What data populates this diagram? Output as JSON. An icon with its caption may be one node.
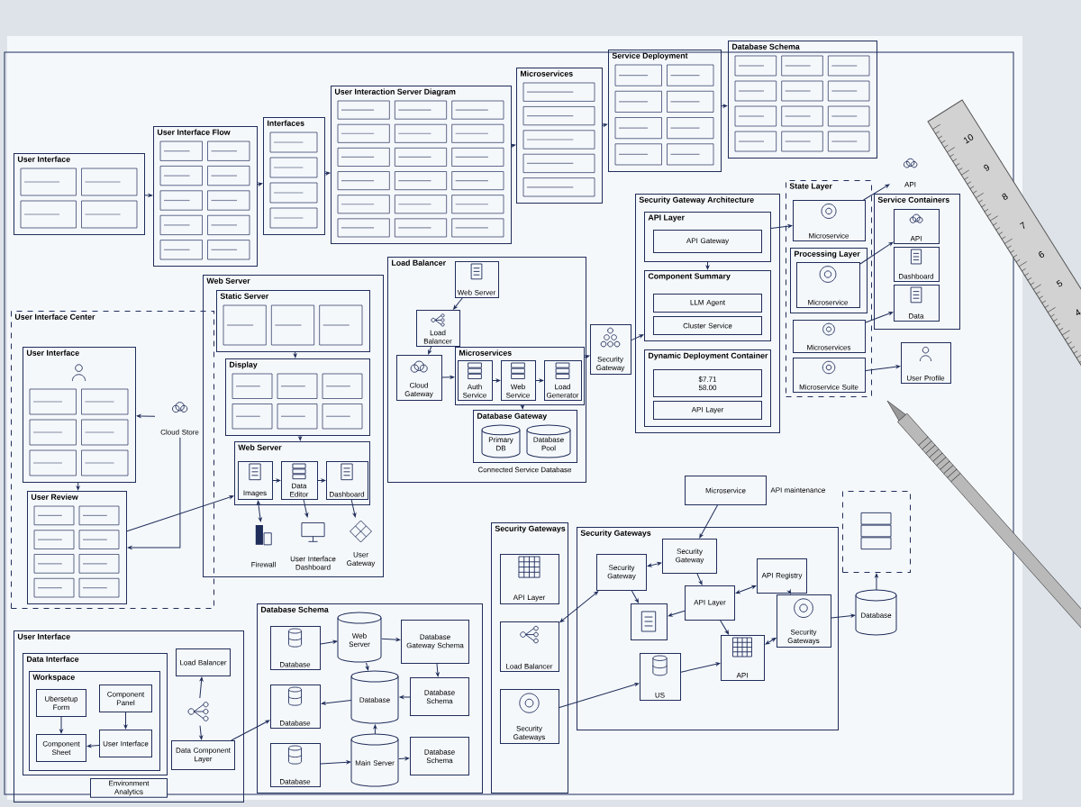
{
  "diagram": {
    "nodes": [
      {
        "text": [
          "User Interface"
        ]
      },
      {
        "text": [
          "User Interface Flow"
        ]
      },
      {
        "text": [
          "Interfaces"
        ]
      },
      {
        "text": [
          "User Interaction Server Diagram"
        ]
      },
      {
        "text": [
          "Microservices"
        ]
      },
      {
        "text": [
          "Service Deployment"
        ]
      },
      {
        "text": [
          "Database Schema"
        ]
      },
      {
        "text": [
          "User Interface Center"
        ]
      },
      {
        "text": [
          "User Interface"
        ],
        "in": 7
      },
      {
        "text": [
          "Cloud Store"
        ],
        "in": 7
      },
      {
        "text": [
          "User Review"
        ],
        "in": 7
      },
      {
        "text": [
          "Web Server"
        ]
      },
      {
        "text": [
          "Static Server"
        ],
        "in": 11
      },
      {
        "text": [
          "Display"
        ],
        "in": 11
      },
      {
        "text": [
          "Web Server"
        ],
        "in": 11
      },
      {
        "text": [
          "Images"
        ],
        "in": 14
      },
      {
        "text": [
          "Data Editor"
        ],
        "in": 14
      },
      {
        "text": [
          "Dashboard"
        ],
        "in": 14
      },
      {
        "text": [
          "Firewall"
        ],
        "in": 11
      },
      {
        "text": [
          "User Interface Dashboard"
        ],
        "in": 11
      },
      {
        "text": [
          "User Gateway"
        ],
        "in": 11
      },
      {
        "text": [
          "Load Balancer"
        ]
      },
      {
        "text": [
          "Web Server"
        ],
        "in": 21
      },
      {
        "text": [
          "Load Balancer"
        ],
        "in": 21
      },
      {
        "text": [
          "Cloud Gateway"
        ],
        "in": 21
      },
      {
        "text": [
          "Microservices"
        ],
        "in": 21
      },
      {
        "text": [
          "Auth Service"
        ],
        "in": 25
      },
      {
        "text": [
          "Web Service"
        ],
        "in": 25
      },
      {
        "text": [
          "Load Generator"
        ],
        "in": 25
      },
      {
        "text": [
          "Database Gateway"
        ],
        "in": 21,
        "beside": [
          "Connected Service Database"
        ]
      },
      {
        "text": [
          "Primary DB"
        ],
        "in": 29
      },
      {
        "text": [
          "Database Pool"
        ],
        "in": 29
      },
      {
        "text": [
          "Security Gateway"
        ]
      },
      {
        "text": [
          "Security Gateway Architecture"
        ]
      },
      {
        "text": [
          "API Layer"
        ],
        "in": 33
      },
      {
        "text": [
          "API Gateway"
        ],
        "in": 34
      },
      {
        "text": [
          "Component Summary"
        ],
        "in": 33
      },
      {
        "text": [
          "LLM Agent"
        ],
        "in": 36
      },
      {
        "text": [
          "Cluster Service"
        ],
        "in": 36
      },
      {
        "text": [
          "Dynamic Deployment Container"
        ],
        "in": 33
      },
      {
        "text": [
          "$7.71",
          "58.00"
        ],
        "in": 39
      },
      {
        "text": [
          "API Layer"
        ],
        "in": 39
      },
      {
        "text": [
          "State Layer"
        ]
      },
      {
        "text": [
          "Microservice"
        ],
        "in": 42
      },
      {
        "text": [
          "Processing Layer"
        ],
        "in": 42
      },
      {
        "text": [
          "Microservice"
        ],
        "in": 44
      },
      {
        "text": [
          "Microservices"
        ],
        "in": 42
      },
      {
        "text": [
          "Microservice Suite"
        ],
        "in": 42
      },
      {
        "text": [
          "Service Containers"
        ]
      },
      {
        "text": [
          "API"
        ],
        "in": 48
      },
      {
        "text": [
          "Dashboard"
        ],
        "in": 48
      },
      {
        "text": [
          "Data"
        ],
        "in": 48
      },
      {
        "text": [
          "API"
        ]
      },
      {
        "text": [
          "User Profile"
        ]
      },
      {
        "text": [
          "User Interface"
        ]
      },
      {
        "text": [
          "Data Interface"
        ],
        "in": 54
      },
      {
        "text": [
          "Workspace"
        ],
        "in": 55
      },
      {
        "text": [
          "Ubersetup Form"
        ],
        "in": 56
      },
      {
        "text": [
          "Component Panel"
        ],
        "in": 56
      },
      {
        "text": [
          "Component Sheet"
        ],
        "in": 56
      },
      {
        "text": [
          "User Interface"
        ],
        "in": 56
      },
      {
        "text": [
          "Load Balancer"
        ],
        "in": 54
      },
      {
        "text": [],
        "shape": "picture",
        "in": 54
      },
      {
        "text": [
          "Data Component Layer"
        ],
        "in": 54
      },
      {
        "text": [
          "Environment Analytics"
        ],
        "in": 54
      },
      {
        "text": [
          "Database Schema"
        ]
      },
      {
        "text": [
          "Database"
        ],
        "in": 65
      },
      {
        "text": [
          "Web Server"
        ],
        "in": 65
      },
      {
        "text": [
          "Database Gateway Schema"
        ],
        "in": 65
      },
      {
        "text": [
          "Database"
        ],
        "in": 65
      },
      {
        "text": [
          "Database"
        ],
        "in": 65
      },
      {
        "text": [
          "Database Schema"
        ],
        "in": 65
      },
      {
        "text": [
          "Database"
        ],
        "in": 65
      },
      {
        "text": [
          "Main Server"
        ],
        "in": 65
      },
      {
        "text": [
          "Database Schema"
        ],
        "in": 65
      },
      {
        "text": [
          "Security Gateways"
        ]
      },
      {
        "text": [
          "API Layer"
        ],
        "in": 75
      },
      {
        "text": [
          "Load Balancer"
        ],
        "in": 75
      },
      {
        "text": [
          "Security Gateways"
        ],
        "in": 75
      },
      {
        "text": [
          "Security Gateways"
        ]
      },
      {
        "text": [
          "Security Gateway"
        ],
        "in": 79
      },
      {
        "text": [
          "Security Gateway"
        ],
        "in": 79
      },
      {
        "text": [
          "Microservice"
        ],
        "beside": [
          "API maintenance"
        ]
      },
      {
        "text": [
          "API Layer"
        ],
        "in": 79
      },
      {
        "text": [
          "API Registry"
        ],
        "in": 79
      },
      {
        "text": [],
        "shape": "box",
        "in": 79
      },
      {
        "text": [
          "US"
        ],
        "in": 79
      },
      {
        "text": [
          "API"
        ],
        "in": 79
      },
      {
        "text": [
          "Security Gateways"
        ],
        "in": 79
      },
      {
        "text": [],
        "shape": "box"
      },
      {
        "text": [
          "Database"
        ]
      }
    ],
    "edges": [
      {
        "from": 0,
        "to": 1,
        "arrow": "to"
      },
      {
        "from": 1,
        "to": 2,
        "arrow": "to"
      },
      {
        "from": 2,
        "to": 3,
        "arrow": "to"
      },
      {
        "from": 3,
        "to": 4,
        "arrow": "to"
      },
      {
        "from": 4,
        "to": 5,
        "arrow": "to"
      },
      {
        "from": 5,
        "to": 6,
        "arrow": "to"
      },
      {
        "from": 8,
        "to": 10,
        "arrow": "to"
      },
      {
        "from": 9,
        "to": 8,
        "arrow": "to"
      },
      {
        "from": 9,
        "to": 10,
        "arrow": "to"
      },
      {
        "from": 12,
        "to": 13,
        "arrow": "to"
      },
      {
        "from": 13,
        "to": 14,
        "arrow": "to"
      },
      {
        "from": 16,
        "to": 19,
        "arrow": "to"
      },
      {
        "from": 15,
        "to": 16,
        "arrow": "to"
      },
      {
        "from": 16,
        "to": 17,
        "arrow": "to"
      },
      {
        "from": 18,
        "to": 15,
        "arrow": "both"
      },
      {
        "from": 17,
        "to": 20,
        "arrow": "to"
      },
      {
        "from": 10,
        "to": 14,
        "arrow": "to"
      },
      {
        "from": 22,
        "to": 23,
        "arrow": "to"
      },
      {
        "from": 23,
        "to": 24,
        "arrow": "to"
      },
      {
        "from": 24,
        "to": 25,
        "arrow": "to"
      },
      {
        "from": 26,
        "to": 27,
        "arrow": "to"
      },
      {
        "from": 27,
        "to": 28,
        "arrow": "to"
      },
      {
        "from": 25,
        "to": 29,
        "arrow": "to"
      },
      {
        "from": 25,
        "to": 32,
        "arrow": "to"
      },
      {
        "from": 32,
        "to": 36,
        "arrow": "to"
      },
      {
        "from": 34,
        "to": 36,
        "arrow": "to"
      },
      {
        "from": 34,
        "to": 43,
        "arrow": "to"
      },
      {
        "from": 43,
        "to": 52,
        "arrow": "to"
      },
      {
        "from": 45,
        "to": 49,
        "arrow": "to"
      },
      {
        "from": 46,
        "to": 51,
        "arrow": "to"
      },
      {
        "from": 47,
        "to": 53,
        "arrow": "to"
      },
      {
        "from": 62,
        "to": 61,
        "arrow": "to"
      },
      {
        "from": 62,
        "to": 63,
        "arrow": "to"
      },
      {
        "from": 58,
        "to": 60,
        "arrow": "to"
      },
      {
        "from": 57,
        "to": 59,
        "arrow": "to"
      },
      {
        "from": 60,
        "to": 59,
        "arrow": "to"
      },
      {
        "from": 63,
        "to": 69,
        "arrow": "to"
      },
      {
        "from": 66,
        "to": 67,
        "arrow": "to"
      },
      {
        "from": 67,
        "to": 68,
        "arrow": "to"
      },
      {
        "from": 67,
        "to": 70,
        "arrow": "to"
      },
      {
        "from": 68,
        "to": 71,
        "arrow": "to"
      },
      {
        "from": 71,
        "to": 70,
        "arrow": "to"
      },
      {
        "from": 70,
        "to": 69,
        "arrow": "to"
      },
      {
        "from": 72,
        "to": 73,
        "arrow": "to"
      },
      {
        "from": 73,
        "to": 70,
        "arrow": "to"
      },
      {
        "from": 73,
        "to": 74,
        "arrow": "to"
      },
      {
        "from": 77,
        "to": 80,
        "arrow": "both"
      },
      {
        "from": 80,
        "to": 81,
        "arrow": "both"
      },
      {
        "from": 81,
        "to": 83,
        "arrow": "to"
      },
      {
        "from": 82,
        "to": 81,
        "arrow": "to"
      },
      {
        "from": 83,
        "to": 85,
        "arrow": "to"
      },
      {
        "from": 83,
        "to": 84,
        "arrow": "both"
      },
      {
        "from": 80,
        "to": 85,
        "arrow": "to"
      },
      {
        "from": 86,
        "to": 87,
        "arrow": "to"
      },
      {
        "from": 83,
        "to": 87,
        "arrow": "to"
      },
      {
        "from": 88,
        "to": 87,
        "arrow": "both"
      },
      {
        "from": 88,
        "to": 90,
        "arrow": "to"
      },
      {
        "from": 84,
        "to": 88,
        "arrow": "to"
      },
      {
        "from": 90,
        "to": 89,
        "arrow": "to"
      },
      {
        "from": 78,
        "to": 86,
        "arrow": "to"
      }
    ],
    "labels": [
      "10",
      "9",
      "8",
      "7",
      "6",
      "5",
      "4"
    ]
  }
}
